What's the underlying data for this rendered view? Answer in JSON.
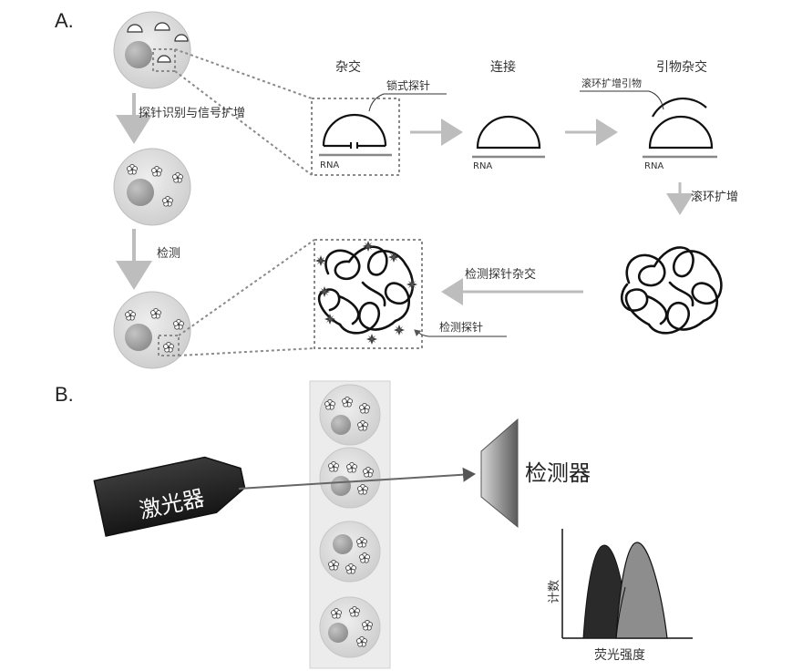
{
  "panel_a": {
    "label": "A.",
    "steps": {
      "hybridize": "杂交",
      "ligate": "连接",
      "primer_hybridize": "引物杂交",
      "rca": "滚环扩增",
      "detect_probe_hybridize": "检测探针杂交"
    },
    "labels": {
      "padlock_probe": "锁式探针",
      "rca_primer": "滚环扩增引物",
      "detection_probe": "检测探针",
      "rna": "RNA",
      "probe_recognition": "探针识别与信号扩增",
      "detection": "检测"
    }
  },
  "panel_b": {
    "label": "B.",
    "laser": "激光器",
    "detector": "检测器",
    "histogram": {
      "ylabel": "计数",
      "xlabel": "荧光强度"
    }
  },
  "colors": {
    "cell_fill": "#dcdcdc",
    "nucleus_fill": "#a9a9a9",
    "dashed_box": "#8a8a8a",
    "flow_arrow": "#bdbdbd",
    "peak_dark": "#2a2a2a",
    "peak_gray": "#8d8d8d",
    "laser_body": "#262626"
  }
}
